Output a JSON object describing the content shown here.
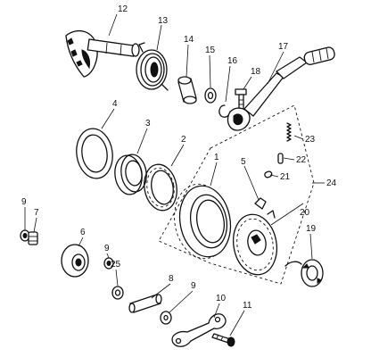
{
  "callouts": [
    {
      "id": "c1",
      "text": "1"
    },
    {
      "id": "c2",
      "text": "2"
    },
    {
      "id": "c3",
      "text": "3"
    },
    {
      "id": "c4",
      "text": "4"
    },
    {
      "id": "c5",
      "text": "5"
    },
    {
      "id": "c6",
      "text": "6"
    },
    {
      "id": "c7",
      "text": "7"
    },
    {
      "id": "c8",
      "text": "8"
    },
    {
      "id": "c9a",
      "text": "9"
    },
    {
      "id": "c9b",
      "text": "9"
    },
    {
      "id": "c9c",
      "text": "9"
    },
    {
      "id": "c10",
      "text": "10"
    },
    {
      "id": "c11",
      "text": "11"
    },
    {
      "id": "c12",
      "text": "12"
    },
    {
      "id": "c13",
      "text": "13"
    },
    {
      "id": "c14",
      "text": "14"
    },
    {
      "id": "c15",
      "text": "15"
    },
    {
      "id": "c16",
      "text": "16"
    },
    {
      "id": "c17",
      "text": "17"
    },
    {
      "id": "c18",
      "text": "18"
    },
    {
      "id": "c19",
      "text": "19"
    },
    {
      "id": "c20",
      "text": "20"
    },
    {
      "id": "c21",
      "text": "21"
    },
    {
      "id": "c22",
      "text": "22"
    },
    {
      "id": "c23",
      "text": "23"
    },
    {
      "id": "c24",
      "text": "24"
    },
    {
      "id": "c25",
      "text": "25"
    }
  ]
}
